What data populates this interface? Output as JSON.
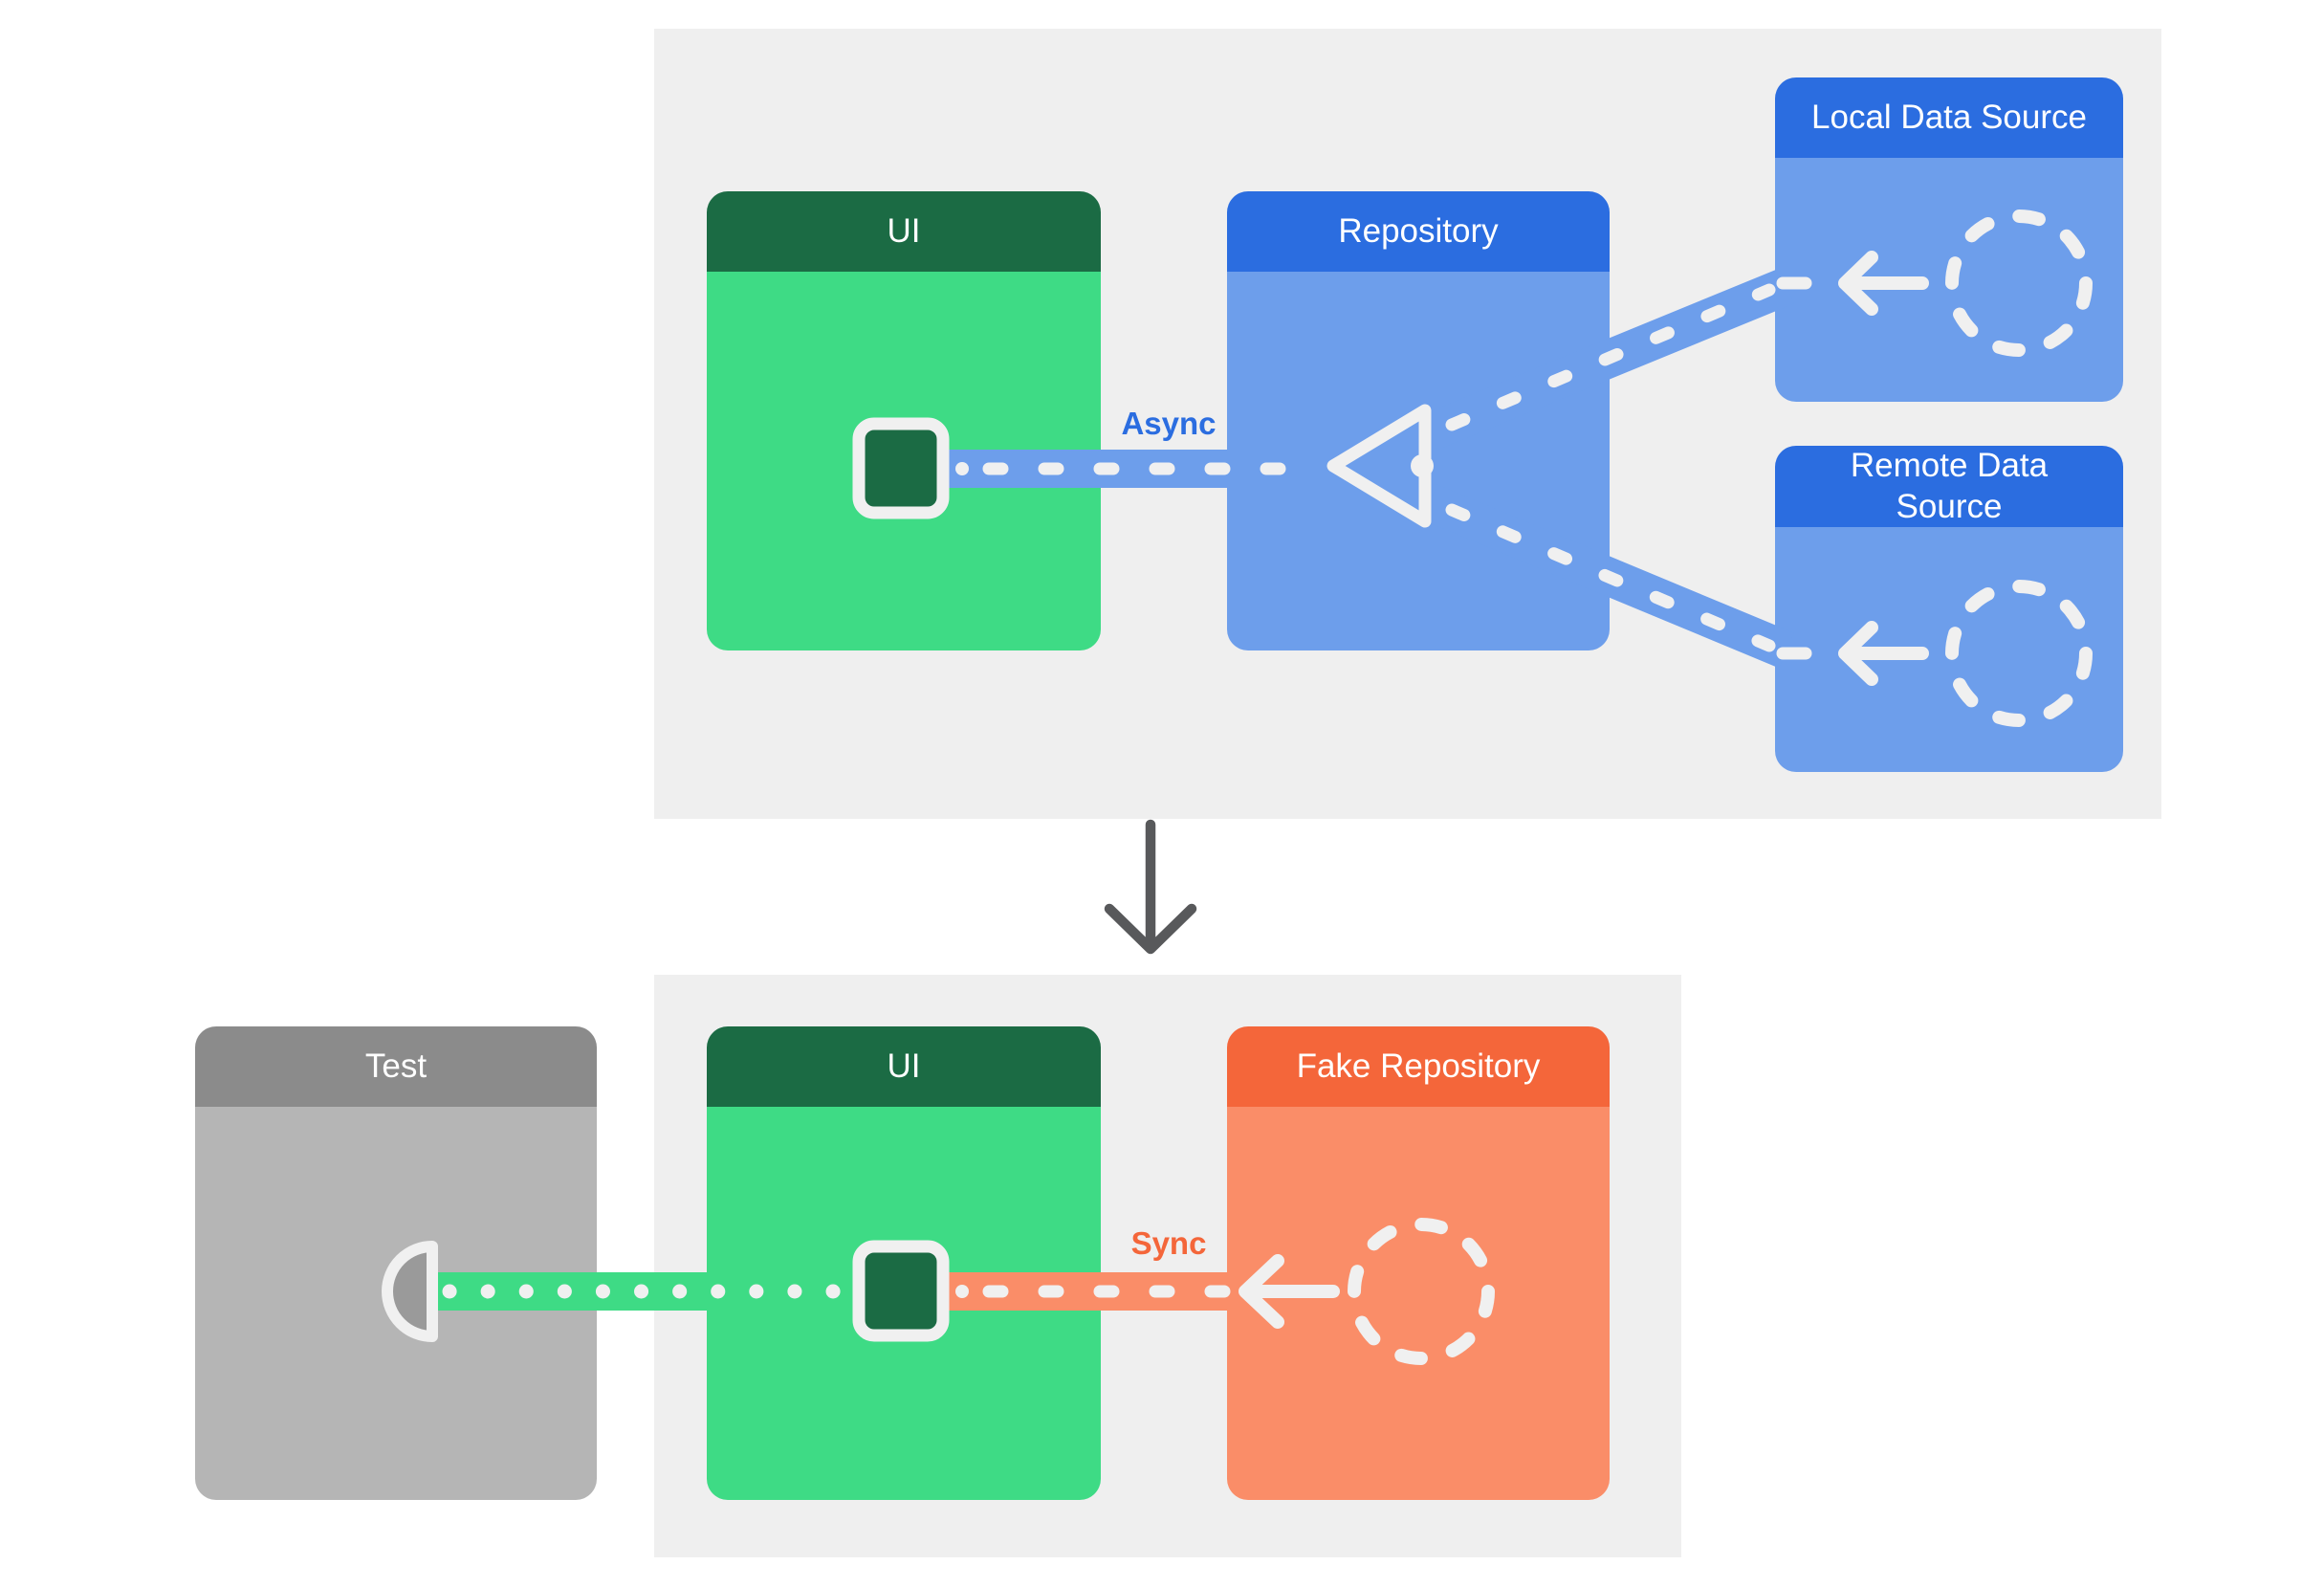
{
  "colors": {
    "page_bg": "#ffffff",
    "panel_bg": "#efefef",
    "green_header": "#1b6b44",
    "green_body": "#3edb85",
    "blue_header": "#2b6de0",
    "blue_body": "#6d9eeb",
    "orange_header": "#f4663a",
    "orange_body": "#fa8d68",
    "gray_header": "#8b8b8b",
    "gray_body": "#b5b5b5",
    "gray_d_fill": "#9a9a9a",
    "icon_white": "#f0f0f0",
    "down_arrow": "#58595b",
    "async_text": "#2b6de0",
    "sync_text": "#f4663a"
  },
  "production": {
    "ui_label": "UI",
    "repository_label": "Repository",
    "local_label": "Local Data Source",
    "remote_label": "Remote Data Source",
    "async_label": "Async"
  },
  "testing": {
    "test_label": "Test",
    "ui_label": "UI",
    "fake_repository_label": "Fake Repository",
    "sync_label": "Sync"
  }
}
